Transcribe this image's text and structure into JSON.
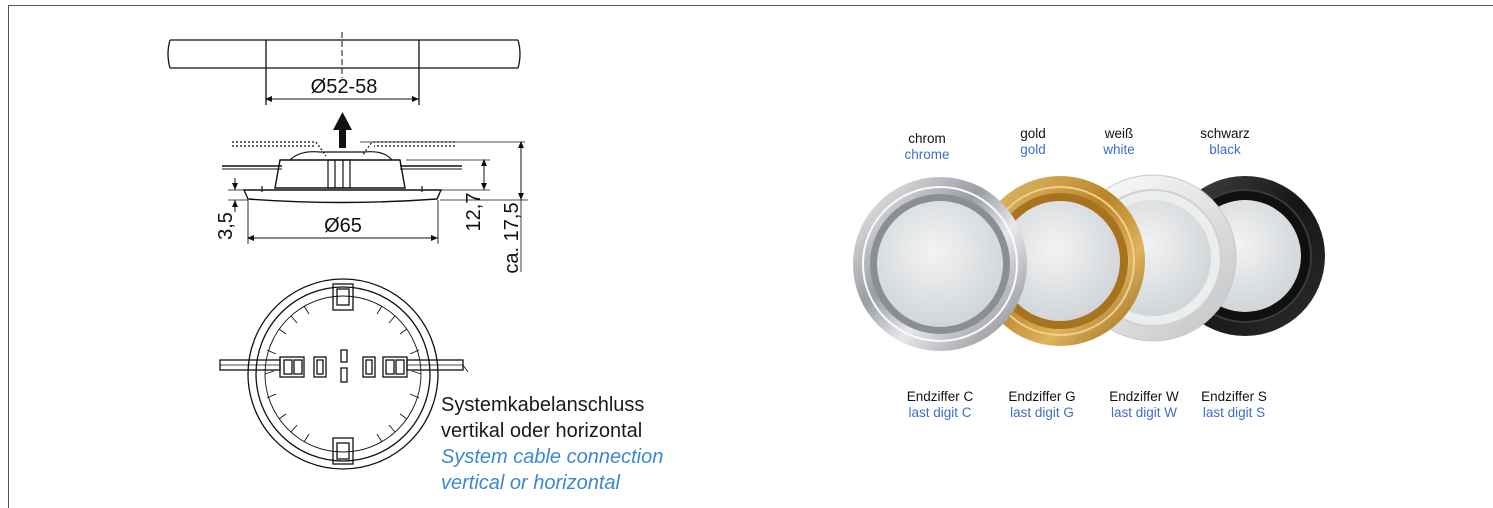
{
  "dimensions": {
    "cutout": "Ø52-58",
    "diameter": "Ø65",
    "rim_height": "3,5",
    "body_height": "12,7",
    "total_height": "ca. 17,5"
  },
  "cable_note": {
    "de_line1": "Systemkabelanschluss",
    "de_line2": "vertikal oder horizontal",
    "en_line1": "System cable connection",
    "en_line2": "vertical or horizontal"
  },
  "finishes": [
    {
      "name_de": "chrom",
      "name_en": "chrome",
      "suffix_de": "Endziffer C",
      "suffix_en": "last digit C",
      "color": "#c8cacc"
    },
    {
      "name_de": "gold",
      "name_en": "gold",
      "suffix_de": "Endziffer G",
      "suffix_en": "last digit G",
      "color": "#c9973c"
    },
    {
      "name_de": "weiß",
      "name_en": "white",
      "suffix_de": "Endziffer W",
      "suffix_en": "last digit W",
      "color": "#f2f2f2"
    },
    {
      "name_de": "schwarz",
      "name_en": "black",
      "suffix_de": "Endziffer S",
      "suffix_en": "last digit S",
      "color": "#1e1e1e"
    }
  ],
  "colors": {
    "german_text": "#111111",
    "english_text": "#3b6fc7"
  }
}
